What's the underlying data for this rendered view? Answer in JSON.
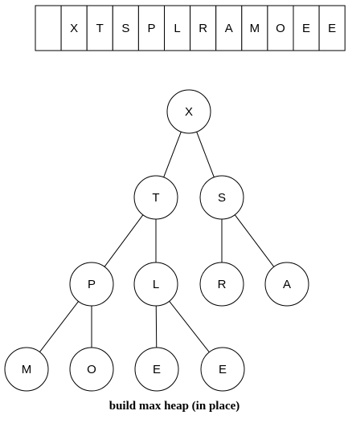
{
  "array": [
    "",
    "X",
    "T",
    "S",
    "P",
    "L",
    "R",
    "A",
    "M",
    "O",
    "E",
    "E"
  ],
  "tree": {
    "nodes": [
      {
        "id": "n1",
        "label": "X"
      },
      {
        "id": "n2",
        "label": "T"
      },
      {
        "id": "n3",
        "label": "S"
      },
      {
        "id": "n4",
        "label": "P"
      },
      {
        "id": "n5",
        "label": "L"
      },
      {
        "id": "n6",
        "label": "R"
      },
      {
        "id": "n7",
        "label": "A"
      },
      {
        "id": "n8",
        "label": "M"
      },
      {
        "id": "n9",
        "label": "O"
      },
      {
        "id": "n10",
        "label": "E"
      },
      {
        "id": "n11",
        "label": "E"
      }
    ],
    "edges": [
      [
        "n1",
        "n2"
      ],
      [
        "n1",
        "n3"
      ],
      [
        "n2",
        "n4"
      ],
      [
        "n2",
        "n5"
      ],
      [
        "n3",
        "n6"
      ],
      [
        "n3",
        "n7"
      ],
      [
        "n4",
        "n8"
      ],
      [
        "n4",
        "n9"
      ],
      [
        "n5",
        "n10"
      ],
      [
        "n5",
        "n11"
      ]
    ]
  },
  "caption": "build max heap (in place)",
  "colors": {
    "stroke": "#000000",
    "fill": "#ffffff",
    "text": "#000000"
  }
}
